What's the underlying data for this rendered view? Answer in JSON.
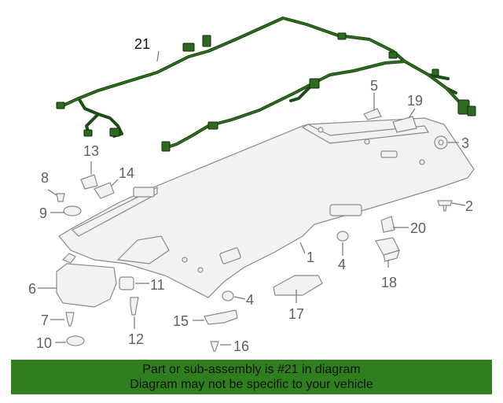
{
  "diagram": {
    "highlight_color": "#2e6b1f",
    "callouts": {
      "c1": "1",
      "c2": "2",
      "c3": "3",
      "c4a": "4",
      "c4b": "4",
      "c5": "5",
      "c6": "6",
      "c7": "7",
      "c8": "8",
      "c9": "9",
      "c10": "10",
      "c11": "11",
      "c12": "12",
      "c13": "13",
      "c14": "14",
      "c15": "15",
      "c16": "16",
      "c17": "17",
      "c18": "18",
      "c19": "19",
      "c20": "20",
      "c21": "21"
    }
  },
  "footer": {
    "line1": "Part or sub-assembly is #21 in diagram",
    "line2": "Diagram may not be specific to your vehicle",
    "bg_color": "#2f7f1f"
  }
}
